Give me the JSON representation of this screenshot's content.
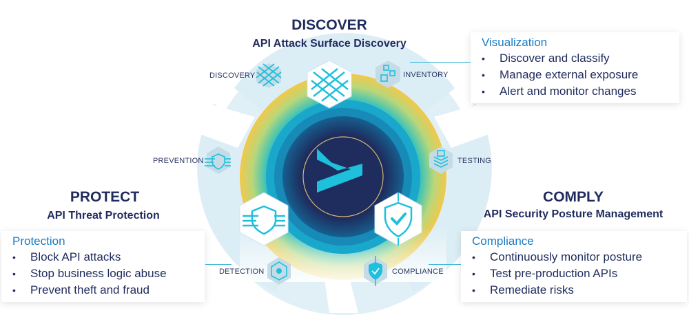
{
  "phases": {
    "discover": {
      "title": "DISCOVER",
      "subtitle": "API Attack Surface Discovery"
    },
    "protect": {
      "title": "PROTECT",
      "subtitle": "API Threat Protection"
    },
    "comply": {
      "title": "COMPLY",
      "subtitle": "API Security Posture Management"
    }
  },
  "cards": {
    "visualization": {
      "title": "Visualization",
      "items": [
        "Discover and classify",
        "Manage external exposure",
        "Alert and monitor changes"
      ]
    },
    "protection": {
      "title": "Protection",
      "items": [
        "Block API attacks",
        "Stop business logic abuse",
        "Prevent theft and fraud"
      ]
    },
    "compliance": {
      "title": "Compliance",
      "items": [
        "Continuously monitor posture",
        "Test pre-production APIs",
        "Remediate risks"
      ]
    }
  },
  "bullet": "•",
  "ring_labels": {
    "discovery": "DISCOVERY",
    "inventory": "INVENTORY",
    "prevention": "PREVENTION",
    "testing": "TESTING",
    "detection": "DETECTION",
    "compliance": "COMPLIANCE"
  },
  "icons": {
    "discovery": "grid-mesh-icon",
    "inventory": "cubes-icon",
    "prevention": "shield-speed-icon",
    "testing": "layers-icon",
    "detection": "network-node-icon",
    "compliance": "shield-check-icon",
    "center": "play-logo-icon"
  },
  "colors": {
    "navy": "#1f2b5c",
    "accent_blue": "#1a7bc4",
    "cyan": "#1ec0dc",
    "ring_light": "#dcedf5",
    "gold": "#f2c84b",
    "core_navy": "#1e2d5e"
  }
}
